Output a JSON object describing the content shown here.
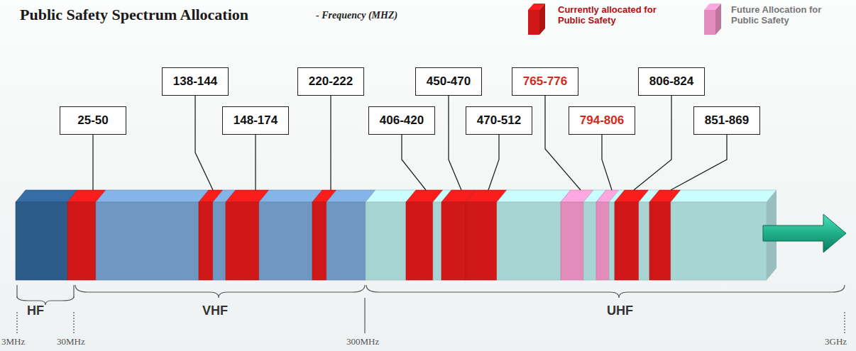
{
  "diagram": {
    "title": "Public Safety Spectrum Allocation",
    "nodes": [
      {
        "text": [
          "25-50"
        ]
      },
      {
        "text": [
          "138-144"
        ]
      },
      {
        "text": [
          "148-174"
        ]
      },
      {
        "text": [
          "220-222"
        ]
      },
      {
        "text": [
          "406-420"
        ]
      },
      {
        "text": [
          "450-470"
        ]
      },
      {
        "text": [
          "470-512"
        ]
      },
      {
        "text": [
          "765-776"
        ]
      },
      {
        "text": [
          "794-806"
        ]
      },
      {
        "text": [
          "806-824"
        ]
      },
      {
        "text": [
          "851-869"
        ]
      }
    ],
    "labels": [
      "- Frequency (MHZ)",
      "HF",
      "VHF",
      "UHF",
      "3MHz",
      "30MHz",
      "300MHz",
      "3GHz"
    ],
    "legend": [
      {
        "text": "Currently allocated for Public Safety",
        "color": "#d01818"
      },
      {
        "text": "Future Allocation for Public Safety",
        "color": "#e28cbc"
      }
    ]
  }
}
